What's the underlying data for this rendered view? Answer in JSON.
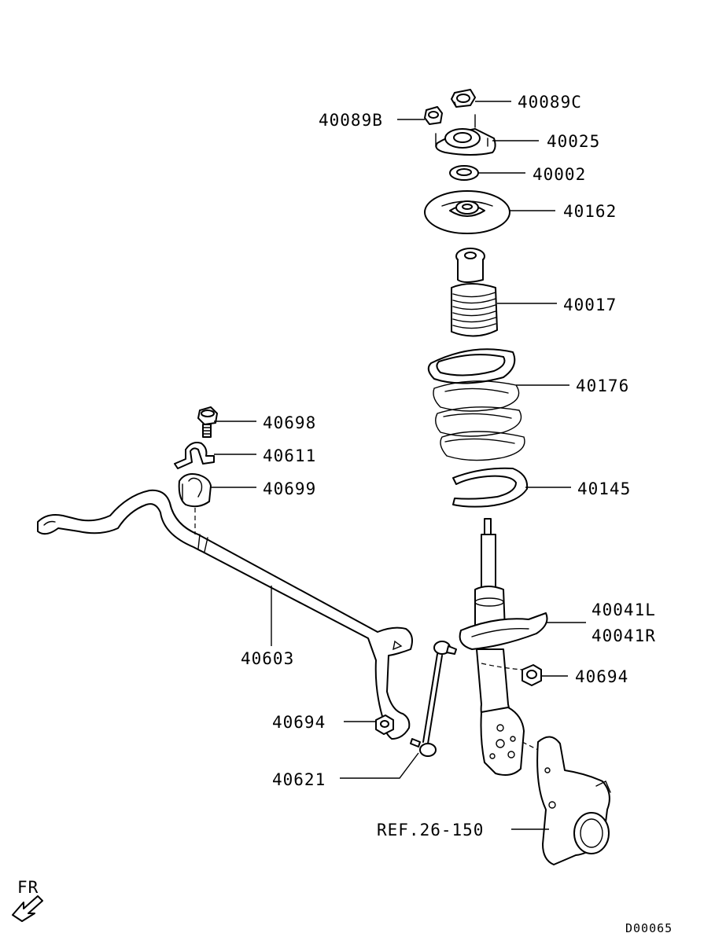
{
  "diagram": {
    "parts": [
      {
        "key": "nut_40089c",
        "label": "40089C"
      },
      {
        "key": "nut_40089b",
        "label": "40089B"
      },
      {
        "key": "mount_40025",
        "label": "40025"
      },
      {
        "key": "bearing_40002",
        "label": "40002"
      },
      {
        "key": "seat_40162",
        "label": "40162"
      },
      {
        "key": "bumper_40017",
        "label": "40017"
      },
      {
        "key": "spring_40176",
        "label": "40176"
      },
      {
        "key": "pad_40145",
        "label": "40145"
      },
      {
        "key": "strut_40041l",
        "label": "40041L"
      },
      {
        "key": "strut_40041r",
        "label": "40041R"
      },
      {
        "key": "nut_40694_right",
        "label": "40694"
      },
      {
        "key": "bolt_40698",
        "label": "40698"
      },
      {
        "key": "bracket_40611",
        "label": "40611"
      },
      {
        "key": "bushing_40699",
        "label": "40699"
      },
      {
        "key": "stabilizer_40603",
        "label": "40603"
      },
      {
        "key": "nut_40694_left",
        "label": "40694"
      },
      {
        "key": "link_40621",
        "label": "40621"
      },
      {
        "key": "knuckle_ref",
        "label": "REF.26-150"
      }
    ],
    "direction_label": "FR",
    "drawing_code": "D00065"
  }
}
